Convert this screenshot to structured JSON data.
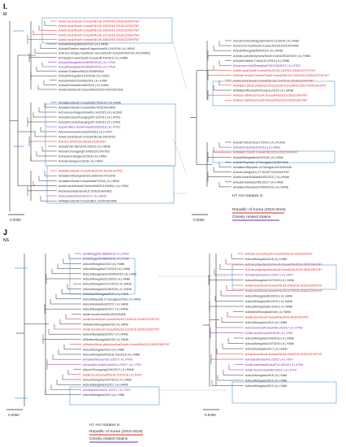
{
  "figure": {
    "colors": {
      "h7": "#e3262a",
      "related": "#7b2fa8",
      "tree": "#333333",
      "box": "#3a86c8"
    },
    "panelI": {
      "letter": "I.",
      "sublabel": "M",
      "scale": "0.0050",
      "legend_h7": "H7 AIV isolates in",
      "legend_h7_2": "Republic of Korea (2018-2019)",
      "legend_related": "Closely related strains",
      "left_top": [
        {
          "t": "A/wild duck/South Korea/KNU18-109/2018 2018/12/20/H7N7",
          "c": "h7"
        },
        {
          "t": "A/wild duck/South Korea/KNU18-110/2018 2018/12/20/H7N7",
          "c": "h7"
        },
        {
          "t": "A/wild duck/South Korea/KNU18-106/2018 2018/12/20/H7N7",
          "c": "h7"
        },
        {
          "t": "A/wild duck/South Korea/KNU18-107/2018 2018/12/20/H7N7",
          "c": "h7"
        },
        {
          "t": "A/wild duck/South Korea/KNU18-108/2018 2018/12/20/H7N7",
          "c": "h7"
        },
        {
          "t": "A/duck/Mongolia/526/2019 | A | H4N6",
          "c": "k"
        },
        {
          "t": "A/duck/Eastern region/Kagoshima/KU-34/2018 | A | H6N2",
          "c": "k"
        },
        {
          "t": "A/Green-winged teal/Anas crecca/South Korea/KNU2019 2019/H6N2",
          "c": "k"
        },
        {
          "t": "A/Falcated duck/South Korea/JB-49/2019 | A | H5N6",
          "c": "k"
        },
        {
          "t": "A/duck/Bangladesh/26992/2015 | A | H7N9",
          "c": "r"
        },
        {
          "t": "A/duck/Bangladesh/26985/2015 | A | H7N9",
          "c": "r"
        },
        {
          "t": "A/duck/Thailand/NA11/2008/H3N2",
          "c": "k"
        },
        {
          "t": "A/duck/Mongolia/1115/2018 | A | H3N2",
          "c": "k"
        },
        {
          "t": "A/duck/Aichi/231006/2016 | A | H3N2",
          "c": "k"
        },
        {
          "t": "A/duck/Hokkaido/400/2016 | A | H4N6",
          "c": "k"
        },
        {
          "t": "A/wild bird/South Korea/WA2/2019-4/2019/H1N1",
          "c": "k"
        }
      ],
      "left_mid": [
        {
          "t": "A/mallard/South Korea/WA174/2014 | A | H4N6",
          "c": "k"
        },
        {
          "t": "A/mallard/South Korea/WA174/2014/H4N6",
          "c": "k"
        },
        {
          "t": "A/Common/Kagoshima/KU-14/2015 | A | H11N9",
          "c": "k"
        },
        {
          "t": "A/duck/Korea/Zhaoqing/ZF-12/2013 | A | H7N3",
          "c": "k"
        },
        {
          "t": "A/duck/Korea/Zhaoqing/ZF-10/2013 | A | H7N3",
          "c": "k"
        },
        {
          "t": "A/spot-billed duck/Korea/A208/2018 | A | H7N7",
          "c": "r"
        },
        {
          "t": "A/Environment/Korea/W/2018 | A | H7N7",
          "c": "k"
        },
        {
          "t": "A/wild duck/South Korea/KNU18-104/2018",
          "c": "k"
        },
        {
          "t": "KNU18-104/2018 2018/12/10/H7N7",
          "c": "h7"
        },
        {
          "t": "A/duck/Viet Nam/HN-1/2015 | A | H6N6",
          "c": "k"
        },
        {
          "t": "A/duck/Chongqing/CHX82/2017/H7N3",
          "c": "k"
        },
        {
          "t": "A/chicken/Jiangsu/2/2018 | A | H9N2",
          "c": "k"
        },
        {
          "t": "A/duck/Jiangsu/1/2018 | A | H9N2",
          "c": "k"
        }
      ],
      "left_bot": [
        {
          "t": "A/Mallard/South Korea/KNU2019-30/2019/H7N7",
          "c": "h7"
        },
        {
          "t": "A/mallard/Shanghai/SD11085/2017/H12N5",
          "c": "k"
        },
        {
          "t": "A/mallard/South Korea/WA87/2018 | A | H5N2",
          "c": "k"
        },
        {
          "t": "A/wild duck/Hubei/Chenhu606/2014/H9N1 | A | H9N1",
          "c": "k"
        },
        {
          "t": "A/chicken/Vietnam/HU1 976/2014/H9N2",
          "c": "k"
        },
        {
          "t": "A/Duck/Aichi/51019/2017 | A | H5N3",
          "c": "r"
        },
        {
          "t": "A/Mallard/South Korea/JB21-22/2019/H4N6",
          "c": "k"
        }
      ],
      "right_top": [
        {
          "t": "A/environment/Kagoshima/KU-12/2018 | A | H6N2",
          "c": "k"
        },
        {
          "t": "A/common teal/South Korea/JD16/10/2019/H4N6",
          "c": "k"
        },
        {
          "t": "A/duck/Mongolia/554/2019 | A | H4N6",
          "c": "k"
        },
        {
          "t": "A/Anas poecilorhyncha/South Korea/JB32/2019 | A | H4N6",
          "c": "k"
        },
        {
          "t": "A/duck/Eastern China/JL1/2018 | A | H4N6",
          "c": "k"
        },
        {
          "t": "A/common teal/Shanghai/CM1218/2017 | A | H7N7",
          "c": "r"
        },
        {
          "t": "A/wild duck/South Korea/KNU2018-13/2018 2018/12/27/H7N7",
          "c": "h7"
        },
        {
          "t": "A/White-fronted Goose/South Korea/KNU18-119/2018 2018/12/27/H7N7",
          "c": "h7"
        },
        {
          "t": "A/wild duck/South Korea/KNU18-114/2018 2018/12/20/H7N7",
          "c": "h7"
        },
        {
          "t": "A/Mallard (Anas platyrhynchos)/South Korea/KNU2019-24/2019/H7N7",
          "c": "h7"
        },
        {
          "t": "A/Mallard/Russia/Primorje/11/2019 | A | H4N6",
          "c": "k"
        },
        {
          "t": "A/Anser albifrons/South Korea/KNU2019-28/2019/H7N7",
          "c": "h7"
        },
        {
          "t": "A/Anser albifrons/South Korea/KNU2019-26/2019/H7N7",
          "c": "h7"
        }
      ],
      "right_bot": [
        {
          "t": "A/duck/Tottori/311217/2014 | A | H11N9",
          "c": "k"
        },
        {
          "t": "A/duck/Fukui/18/10/2016 | A | H6N2",
          "c": "r"
        },
        {
          "t": "A/Mallard /South Korea/KNU2019-25/2019/H7N7",
          "c": "h7"
        },
        {
          "t": "A/duck/Bangladesh/4/2018 | A | H4N6",
          "c": "k"
        },
        {
          "t": "A/duck/Republic of Georgia/1/2016/H4N6",
          "c": "k"
        },
        {
          "t": "A/mallard/Republic of Georgia/1/2016/H4N6",
          "c": "k"
        },
        {
          "t": "A/duck/Jiangxi/10-17 NCD2T3/2016/H7N7",
          "c": "k"
        },
        {
          "t": "A/wild duck/Hokkaido/491/2017 | A | H4N6",
          "c": "k"
        },
        {
          "t": "A/duck/Hokkaido/491/2017 | A | H4N6",
          "c": "k"
        },
        {
          "t": "A/mallard/Sweden/37909/2016 | A | H4N6",
          "c": "k"
        }
      ]
    },
    "panelJ": {
      "letter": "J",
      "sublabel": "NS",
      "scale": "0.0050",
      "legend_h7": "H7 AIV isolates in",
      "legend_h7_2": "Republic of Korea (2018-2019)",
      "legend_related": "Closely related strains",
      "left": [
        {
          "t": "A/wild/Egypt/B-5885/2016 | A | H7N2",
          "c": "r"
        },
        {
          "t": "A/wild/Egypt/B-5880/2016 | A | H7N2",
          "c": "r"
        },
        {
          "t": "A/duck/Mongolia/2015 | A | H4N6",
          "c": "k"
        },
        {
          "t": "A/duck/Mongolia/170/2019 | A | H4N6",
          "c": "k"
        },
        {
          "t": "A/duck/Bangladesh/26955/2015 | A | H4N6",
          "c": "k"
        },
        {
          "t": "A/duck/Mongolia/213/2019 | A | H4N6",
          "c": "k"
        },
        {
          "t": "A/duck/Mongolia/1107/2019 | A | H4N6",
          "c": "k"
        },
        {
          "t": "A/duck/Mongolia/1108/2019 | A | H4N6",
          "c": "k"
        },
        {
          "t": "A/Mallard/Shanghai/2019 | A | H4N6",
          "c": "k"
        },
        {
          "t": "A/duck/Republic of Georgia/1/2016 | A | H4N6",
          "c": "k"
        },
        {
          "t": "A/duck/Hokkaido/W/2017 | A | H4N6",
          "c": "k"
        },
        {
          "t": "A/duck/Bangladesh/2017 | A | H4N6",
          "c": "k"
        },
        {
          "t": "A/wild duck/Korea/SD/2015/H4N6",
          "c": "k"
        },
        {
          "t": "A/wild duck/South Korea/KNU18-120/2018 2018/12/27/H7N7",
          "c": "h7"
        },
        {
          "t": "A/Mallard/Shanghai/2018 | A | H4N6",
          "c": "k"
        },
        {
          "t": "A/wild duck/South Korea/KNU18-112/2018 2018/12/20/H7N7",
          "c": "h7"
        },
        {
          "t": "A/duck/Bangladesh/2017 | A | H4N6",
          "c": "k"
        },
        {
          "t": "A/Mallard/Shanghai/2018 | A | H4N6",
          "c": "k"
        },
        {
          "t": "A/Mallard/Anas platyrhynchos/South Korea/KNU2019-30/2019/H7N7",
          "c": "h7"
        },
        {
          "t": "A/duck/Mongolia/2018 | A | H4N6",
          "c": "k"
        },
        {
          "t": "A/duck/Mongolia/KNU18-119/2018 | A | H4N6",
          "c": "k"
        },
        {
          "t": "A/mallard/Korea/H32-2/2017 | A | H7N9",
          "c": "r"
        },
        {
          "t": "A/mandarin duck/Korea/K10-2/2017 | A | H7N7",
          "c": "r"
        },
        {
          "t": "A/duck/Chongqing/1040/2017 | A | H6N6",
          "c": "k"
        },
        {
          "t": "A/wild duck/Korea/KNU18-107/2018 | A | H7N7",
          "c": "h7"
        },
        {
          "t": "A/duck/Mongolia/1047/2019 | A | H4N6",
          "c": "k"
        },
        {
          "t": "A/duck/Bangladesh/2017 | A | H4N6",
          "c": "k"
        },
        {
          "t": "A/mallard/Korea/H1-2/2017 | A | H7N7",
          "c": "r"
        },
        {
          "t": "A/duck/Mongolia/2019 | A | H4N6",
          "c": "k"
        }
      ],
      "right": [
        {
          "t": "A/Anas crecca/South Korea/KNU2019-24/2019/H7N7",
          "c": "h7"
        },
        {
          "t": "A/duck/Mongolia/2018 | A | H4N6",
          "c": "k"
        },
        {
          "t": "A/Anas platyrhynchos/South Korea/KNU2019-25/2019/H7N7",
          "c": "h7"
        },
        {
          "t": "A/Anas platyrhynchos/South Korea/KNU2019-26/2019/H7N7",
          "c": "h7"
        },
        {
          "t": "A/mallard/Korea/H7-2/2017 | A | H7N7",
          "c": "r"
        },
        {
          "t": "A/duck/Mongolia/1047/2019 | A | H4N6",
          "c": "k"
        },
        {
          "t": "A/wild duck/South Korea/KNU18-106/2018 2018/12/20/H7N7",
          "c": "h7"
        },
        {
          "t": "A/wild duck/South Korea/KNU18-107/2018 2018/12/20/H7N7",
          "c": "h7"
        },
        {
          "t": "A/duck/Mongolia/813/2019 | A | H4N6",
          "c": "k"
        },
        {
          "t": "A/duck/Mongolia/811/2019 | A | H4N6",
          "c": "k"
        },
        {
          "t": "A/duck/Mongolia/817/2019 | A | H4N6",
          "c": "k"
        },
        {
          "t": "A/Mallard/Shanghai/2018 | A | H4N6",
          "c": "k"
        },
        {
          "t": "A/wild duck/South Korea/KNU2019-30/2019/H7N7",
          "c": "h7"
        },
        {
          "t": "A/duck/Mongolia/2019 | A | H4N6",
          "c": "k"
        },
        {
          "t": "A/environment/Korea/A46-14/2017 | A | H7N9",
          "c": "r"
        },
        {
          "t": "A/wild duck/Korea/H2/2018 | A | H7N7",
          "c": "r"
        },
        {
          "t": "A/duck/Mongolia/1040/2019 | A | H4N6",
          "c": "k"
        },
        {
          "t": "A/duck/Mongolia/1047/2019 | A | H4N6",
          "c": "k"
        },
        {
          "t": "A/duck/Hokkaido/2017 | A | H4N6",
          "c": "k"
        },
        {
          "t": "A/wild duck/South Korea/KNU18-104/2018 2018/12/10/H7N7",
          "c": "h7"
        },
        {
          "t": "A/mallard/Korea/H1-2/2017 | A | H7N7",
          "c": "r"
        },
        {
          "t": "A/wild waterfowl/Korea/F14-5/2016 | A | H7N9",
          "c": "r"
        },
        {
          "t": "A/wild duck/Korea/A53-5/2017 | A | H7N7",
          "c": "r"
        },
        {
          "t": "A/duck/Mongolia/2018 | A | H4N6",
          "c": "k"
        },
        {
          "t": "A/duck/Mongolia/2019 | A | H4N6",
          "c": "k"
        },
        {
          "t": "A/duck/Mongolia/2019 | A | H4N6",
          "c": "k"
        }
      ]
    }
  }
}
